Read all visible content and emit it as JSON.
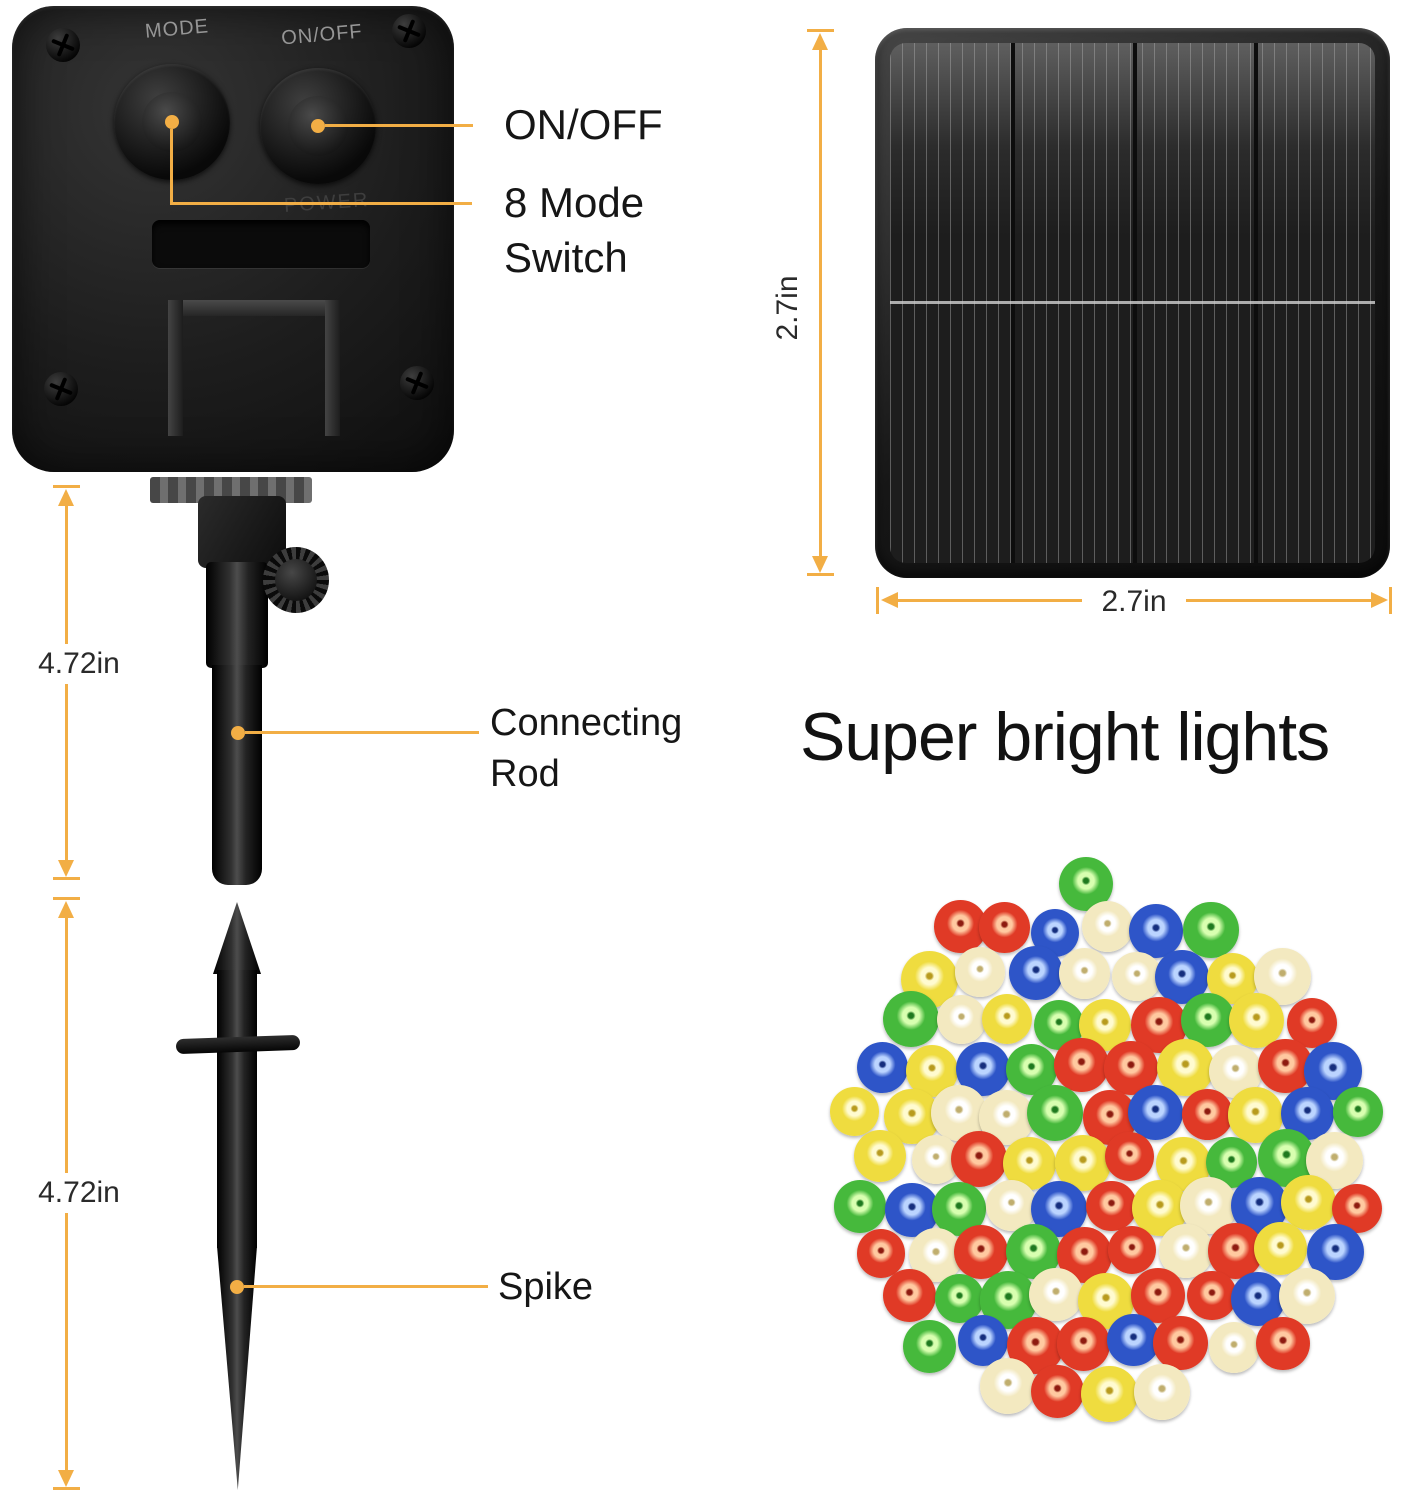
{
  "accent": "#F2AE45",
  "device": {
    "mode_label": "MODE",
    "onoff_label": "ON/OFF",
    "power_label": "POWER"
  },
  "callouts": {
    "onoff": "ON/OFF",
    "mode_switch": "8 Mode Switch",
    "connecting_rod": "Connecting Rod",
    "spike": "Spike"
  },
  "dimensions": {
    "rod_length": "4.72in",
    "spike_length": "4.72in",
    "panel_height": "2.7in",
    "panel_width": "2.7in"
  },
  "headline": "Super bright lights",
  "leds": {
    "palette": [
      {
        "name": "red",
        "base": "#E03A26",
        "dark": "#8E1B10",
        "light": "#FFC9A0"
      },
      {
        "name": "green",
        "base": "#46B93C",
        "dark": "#1F7A1F",
        "light": "#D8FFB0"
      },
      {
        "name": "blue",
        "base": "#2E55C8",
        "dark": "#152E7E",
        "light": "#BBD4FF"
      },
      {
        "name": "yellow",
        "base": "#EFDC3F",
        "dark": "#B89B1E",
        "light": "#FFFBD0"
      },
      {
        "name": "warm-white",
        "base": "#F3E9C0",
        "dark": "#C0AE6E",
        "light": "#FFFFFF"
      }
    ]
  }
}
